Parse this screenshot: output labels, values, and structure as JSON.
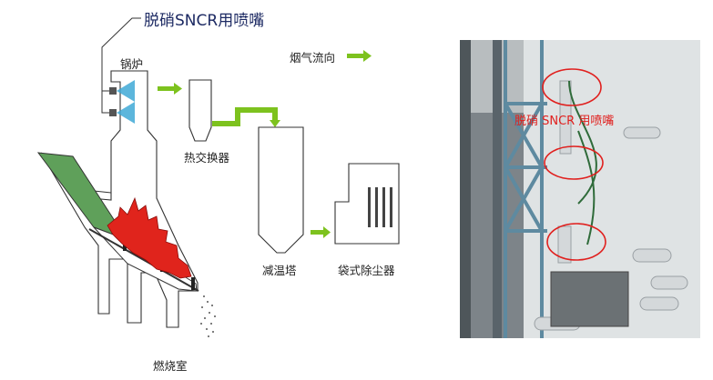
{
  "title": "脱硝SNCR用喷嘴",
  "labels": {
    "boiler": "锅炉",
    "flue_gas_flow": "烟气流向",
    "heat_exchanger": "热交换器",
    "cooling_tower": "减温塔",
    "bag_filter": "袋式除尘器",
    "combustion_chamber": "燃烧室"
  },
  "photo": {
    "label": "脱硝 SNCR 用喷嘴"
  },
  "colors": {
    "title": "#1d2a63",
    "arrow": "#7dc21e",
    "grate_fill": "#5fa05a",
    "flame": "#e0241c",
    "photo_label": "#e0201e",
    "spray": "#3fa9d6"
  }
}
